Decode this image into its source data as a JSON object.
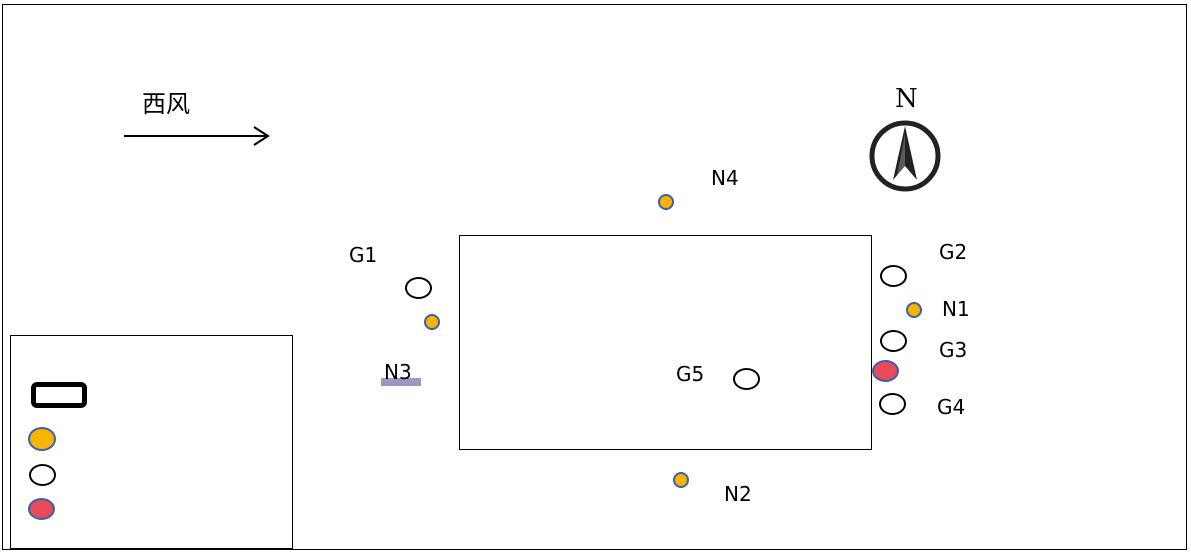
{
  "wind": {
    "label": "西风"
  },
  "compass": {
    "letter": "N"
  },
  "points": {
    "N1": "N1",
    "N2": "N2",
    "N3": "N3",
    "N4": "N4",
    "G1": "G1",
    "G2": "G2",
    "G3": "G3",
    "G4": "G4",
    "G5": "G5"
  },
  "colors": {
    "noise_point_fill": "#f7b500",
    "noise_point_stroke": "#3a5fb0",
    "gas_point_fill": "#ffffff",
    "special_point_fill": "#e64b5a"
  }
}
